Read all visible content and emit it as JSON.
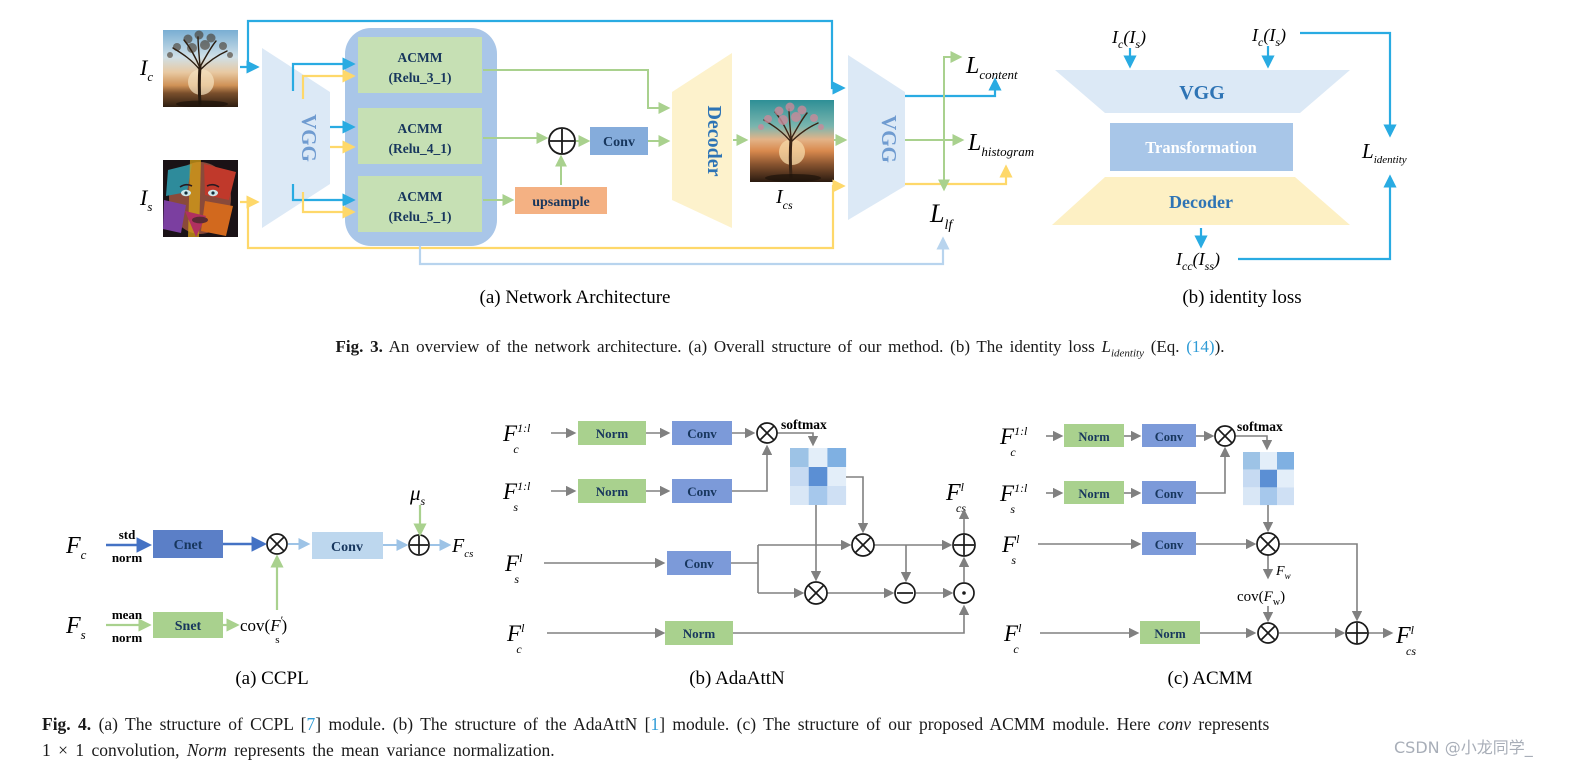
{
  "palette": {
    "blue_arrow": "#29abe2",
    "yellow_arrow": "#fed86a",
    "green_arrow": "#a9d18e",
    "pale_blue_arrow": "#b8d4ee",
    "gray_arrow": "#808080",
    "acmm_box_green": "#c6e0b4",
    "norm_box_green": "#a9d18e",
    "conv_box_blue": "#7c9ad9",
    "cnet_blue": "#5b7fc7",
    "conv_light_blue": "#bdd7ee",
    "container_blue": "#a9c6e8",
    "vgg_fill": "#dce9f6",
    "decoder_fill": "#fdf2cc",
    "upsample_fill": "#f4b183",
    "ref_link": "#2e9bd6"
  },
  "fig3": {
    "ic": [
      "I",
      "c"
    ],
    "is": [
      "I",
      "s"
    ],
    "ics": [
      "I",
      "cs"
    ],
    "vgg1": "VGG",
    "vgg2": "VGG",
    "decoder": "Decoder",
    "conv": "Conv",
    "upsample": "upsample",
    "acmm": [
      [
        "ACMM",
        "(Relu_3_1)"
      ],
      [
        "ACMM",
        "(Relu_4_1)"
      ],
      [
        "ACMM",
        "(Relu_5_1)"
      ]
    ],
    "l_content": [
      "L",
      "content"
    ],
    "l_histogram": [
      "L",
      "histogram"
    ],
    "l_lf": [
      "L",
      "lf"
    ],
    "caption_a": "(a) Network Architecture",
    "b": {
      "in_left": [
        "I",
        "c",
        "(I",
        "s",
        ")"
      ],
      "in_right": [
        "I",
        "c",
        "(I",
        "s",
        ")"
      ],
      "out": [
        "I",
        "cc",
        "(I",
        "ss",
        ")"
      ],
      "vgg": "VGG",
      "transformation": "Transformation",
      "decoder": "Decoder",
      "l_identity": [
        "L",
        "identity"
      ],
      "caption_b": "(b) identity loss"
    }
  },
  "fig4": {
    "attention_colors": [
      "#9dc3e6",
      "#e3eef9",
      "#7fb0e2",
      "#c6daf2",
      "#5b8fd4",
      "#e3eef9",
      "#d9e7f6",
      "#a6c8ec",
      "#cfe0f4"
    ],
    "a": {
      "fc": [
        "F",
        "c"
      ],
      "fs": [
        "F",
        "s"
      ],
      "std": "std",
      "norm_under_std": "norm",
      "mean": "mean",
      "norm_under_mean": "norm",
      "cnet": "Cnet",
      "snet": "Snet",
      "conv": "Conv",
      "cov": [
        "cov(",
        "F",
        "′",
        "s",
        ")"
      ],
      "mu": [
        "μ",
        "s"
      ],
      "fcs": [
        "F",
        "cs"
      ],
      "caption": "(a) CCPL"
    },
    "b": {
      "fc1l": [
        "F",
        "1:l",
        "c"
      ],
      "fs1l": [
        "F",
        "1:l",
        "s"
      ],
      "fsl": [
        "F",
        "l",
        "s"
      ],
      "fcl": [
        "F",
        "l",
        "c"
      ],
      "norm": "Norm",
      "conv": "Conv",
      "softmax": "softmax",
      "fcsl": [
        "F",
        "l",
        "cs"
      ],
      "caption": "(b) AdaAttN"
    },
    "c": {
      "fc1l": [
        "F",
        "1:l",
        "c"
      ],
      "fs1l": [
        "F",
        "1:l",
        "s"
      ],
      "fsl": [
        "F",
        "l",
        "s"
      ],
      "fcl": [
        "F",
        "l",
        "c"
      ],
      "norm": "Norm",
      "conv": "Conv",
      "softmax": "softmax",
      "fw": [
        "F",
        "w"
      ],
      "cov_fw": [
        "cov(",
        "F",
        "w",
        ")"
      ],
      "fcsl": [
        "F",
        "l",
        "cs"
      ],
      "caption": "(c) ACMM"
    }
  },
  "captions": {
    "fig3": {
      "label": "Fig. 3.",
      "t1": " An overview of the network architecture. (a) Overall structure of our method. (b) The identity loss ",
      "lvar": "L",
      "lsub": "identity",
      "t2": " (Eq. ",
      "eq": "(14)",
      "t3": ")."
    },
    "fig4": {
      "label": "Fig. 4.",
      "t1": " (a) The structure of CCPL [",
      "ref1": "7",
      "t2": "] module. (b) The structure of the AdaAttN [",
      "ref2": "1",
      "t3": "] module. (c) The structure of our proposed ACMM module. Here ",
      "conv": "conv",
      "t4": " represents",
      "l2a": "1 × 1 convolution, ",
      "l2b": "Norm",
      "l2c": " represents the mean variance normalization."
    }
  },
  "watermark": "CSDN @小龙同学_"
}
